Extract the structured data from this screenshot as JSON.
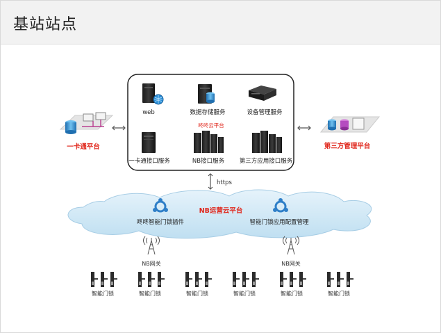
{
  "page": {
    "title": "基站站点"
  },
  "diagram": {
    "server_box": {
      "label": "咚咚云平台",
      "items": [
        {
          "label": "web"
        },
        {
          "label": "数据存储服务"
        },
        {
          "label": "设备管理服务"
        },
        {
          "label": "一卡通接口服务"
        },
        {
          "label": "NB接口服务"
        },
        {
          "label": "第三方应用接口服务"
        }
      ]
    },
    "left_platform": {
      "label": "一卡通平台"
    },
    "right_platform": {
      "label": "第三方管理平台"
    },
    "link_label": "https",
    "cloud": {
      "label": "NB运营云平台",
      "left_node": "咚咚智能门锁插件",
      "right_node": "智能门锁应用配置管理"
    },
    "towers": [
      {
        "label": "NB网关"
      },
      {
        "label": "NB网关"
      }
    ],
    "locks": [
      {
        "label": "智能门锁"
      },
      {
        "label": "智能门锁"
      },
      {
        "label": "智能门锁"
      },
      {
        "label": "智能门锁"
      },
      {
        "label": "智能门锁"
      },
      {
        "label": "智能门锁"
      }
    ],
    "colors": {
      "accent_red": "#e0261b",
      "cloud_fill": "#cfe8f5",
      "node_blue": "#2f7fc8"
    }
  }
}
